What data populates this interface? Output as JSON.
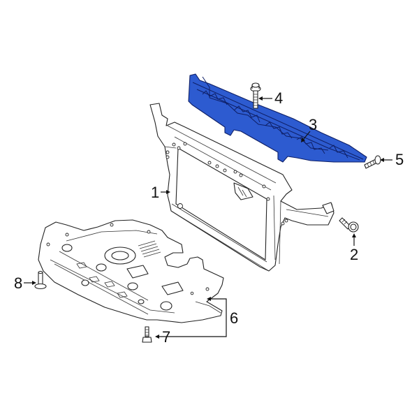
{
  "diagram": {
    "type": "exploded-parts-diagram",
    "highlight_color": "#2d5bd0",
    "background": "#ffffff",
    "callouts": [
      {
        "number": "1",
        "part": "radiator-support-frame"
      },
      {
        "number": "2",
        "part": "bolt"
      },
      {
        "number": "3",
        "part": "upper-cover-highlighted"
      },
      {
        "number": "4",
        "part": "bolt"
      },
      {
        "number": "5",
        "part": "bolt"
      },
      {
        "number": "6",
        "part": "engine-undercover"
      },
      {
        "number": "7",
        "part": "bolt"
      },
      {
        "number": "8",
        "part": "bolt"
      }
    ]
  }
}
